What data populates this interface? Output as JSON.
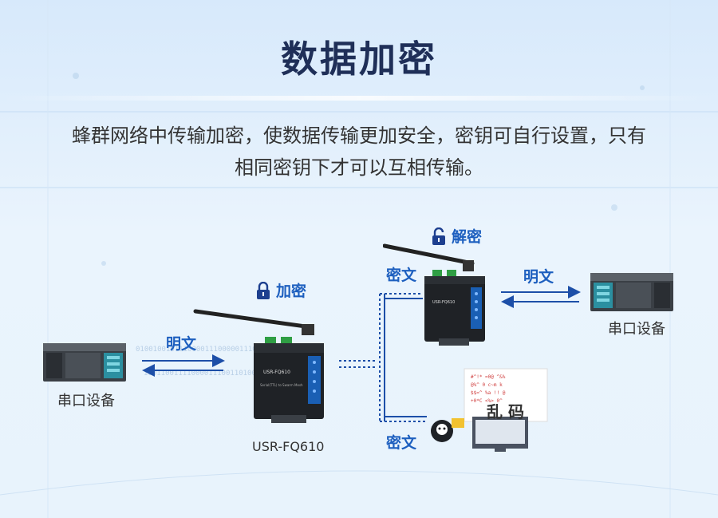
{
  "title": "数据加密",
  "description": {
    "line1": "蜂群网络中传输加密，使数据传输更加安全，密钥可自行设置，只有",
    "line2": "相同密钥下才可以互相传输。"
  },
  "left_device": {
    "label": "串口设备"
  },
  "right_device": {
    "label": "串口设备"
  },
  "left_link": {
    "label": "明文"
  },
  "right_link": {
    "label": "明文"
  },
  "encrypt": {
    "label": "加密"
  },
  "decrypt": {
    "label": "解密"
  },
  "model": {
    "label": "USR-FQ610"
  },
  "cipher_top": {
    "label": "密文"
  },
  "cipher_bottom": {
    "label": "密文"
  },
  "garbled": {
    "label": "乱 码"
  },
  "router_brand": "USR-FQ610",
  "colors": {
    "arrow": "#1d4fa8",
    "title": "#1f2f58",
    "accent_label": "#1d5fbf"
  }
}
